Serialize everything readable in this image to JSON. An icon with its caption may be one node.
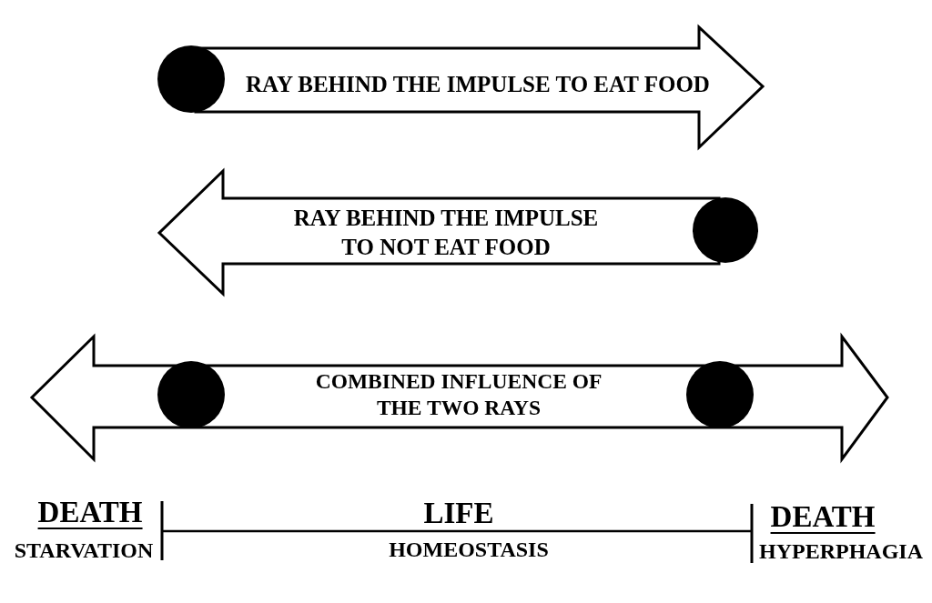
{
  "diagram": {
    "nodes": [
      {
        "text": [
          "RAY BEHIND THE IMPULSE TO EAT FOOD"
        ]
      },
      {
        "text": [
          "RAY BEHIND THE IMPULSE TO NOT EAT FOOD"
        ]
      },
      {
        "text": [
          "COMBINED INFLUENCE OF THE TWO RAYS"
        ]
      }
    ],
    "labels": [
      "DEATH",
      "LIFE",
      "DEATH",
      "STARVATION",
      "HOMEOSTASIS",
      "HYPERPHAGIA"
    ]
  }
}
